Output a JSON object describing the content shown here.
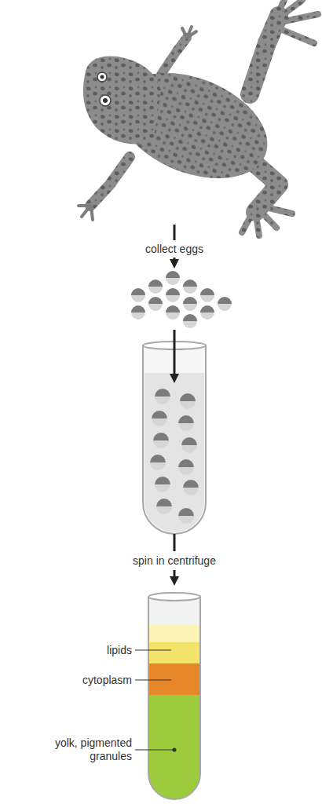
{
  "diagram": {
    "labels": [
      "collect eggs",
      "spin in centrifuge",
      "lipids",
      "cytoplasm",
      "yolk, pigmented granules"
    ]
  }
}
